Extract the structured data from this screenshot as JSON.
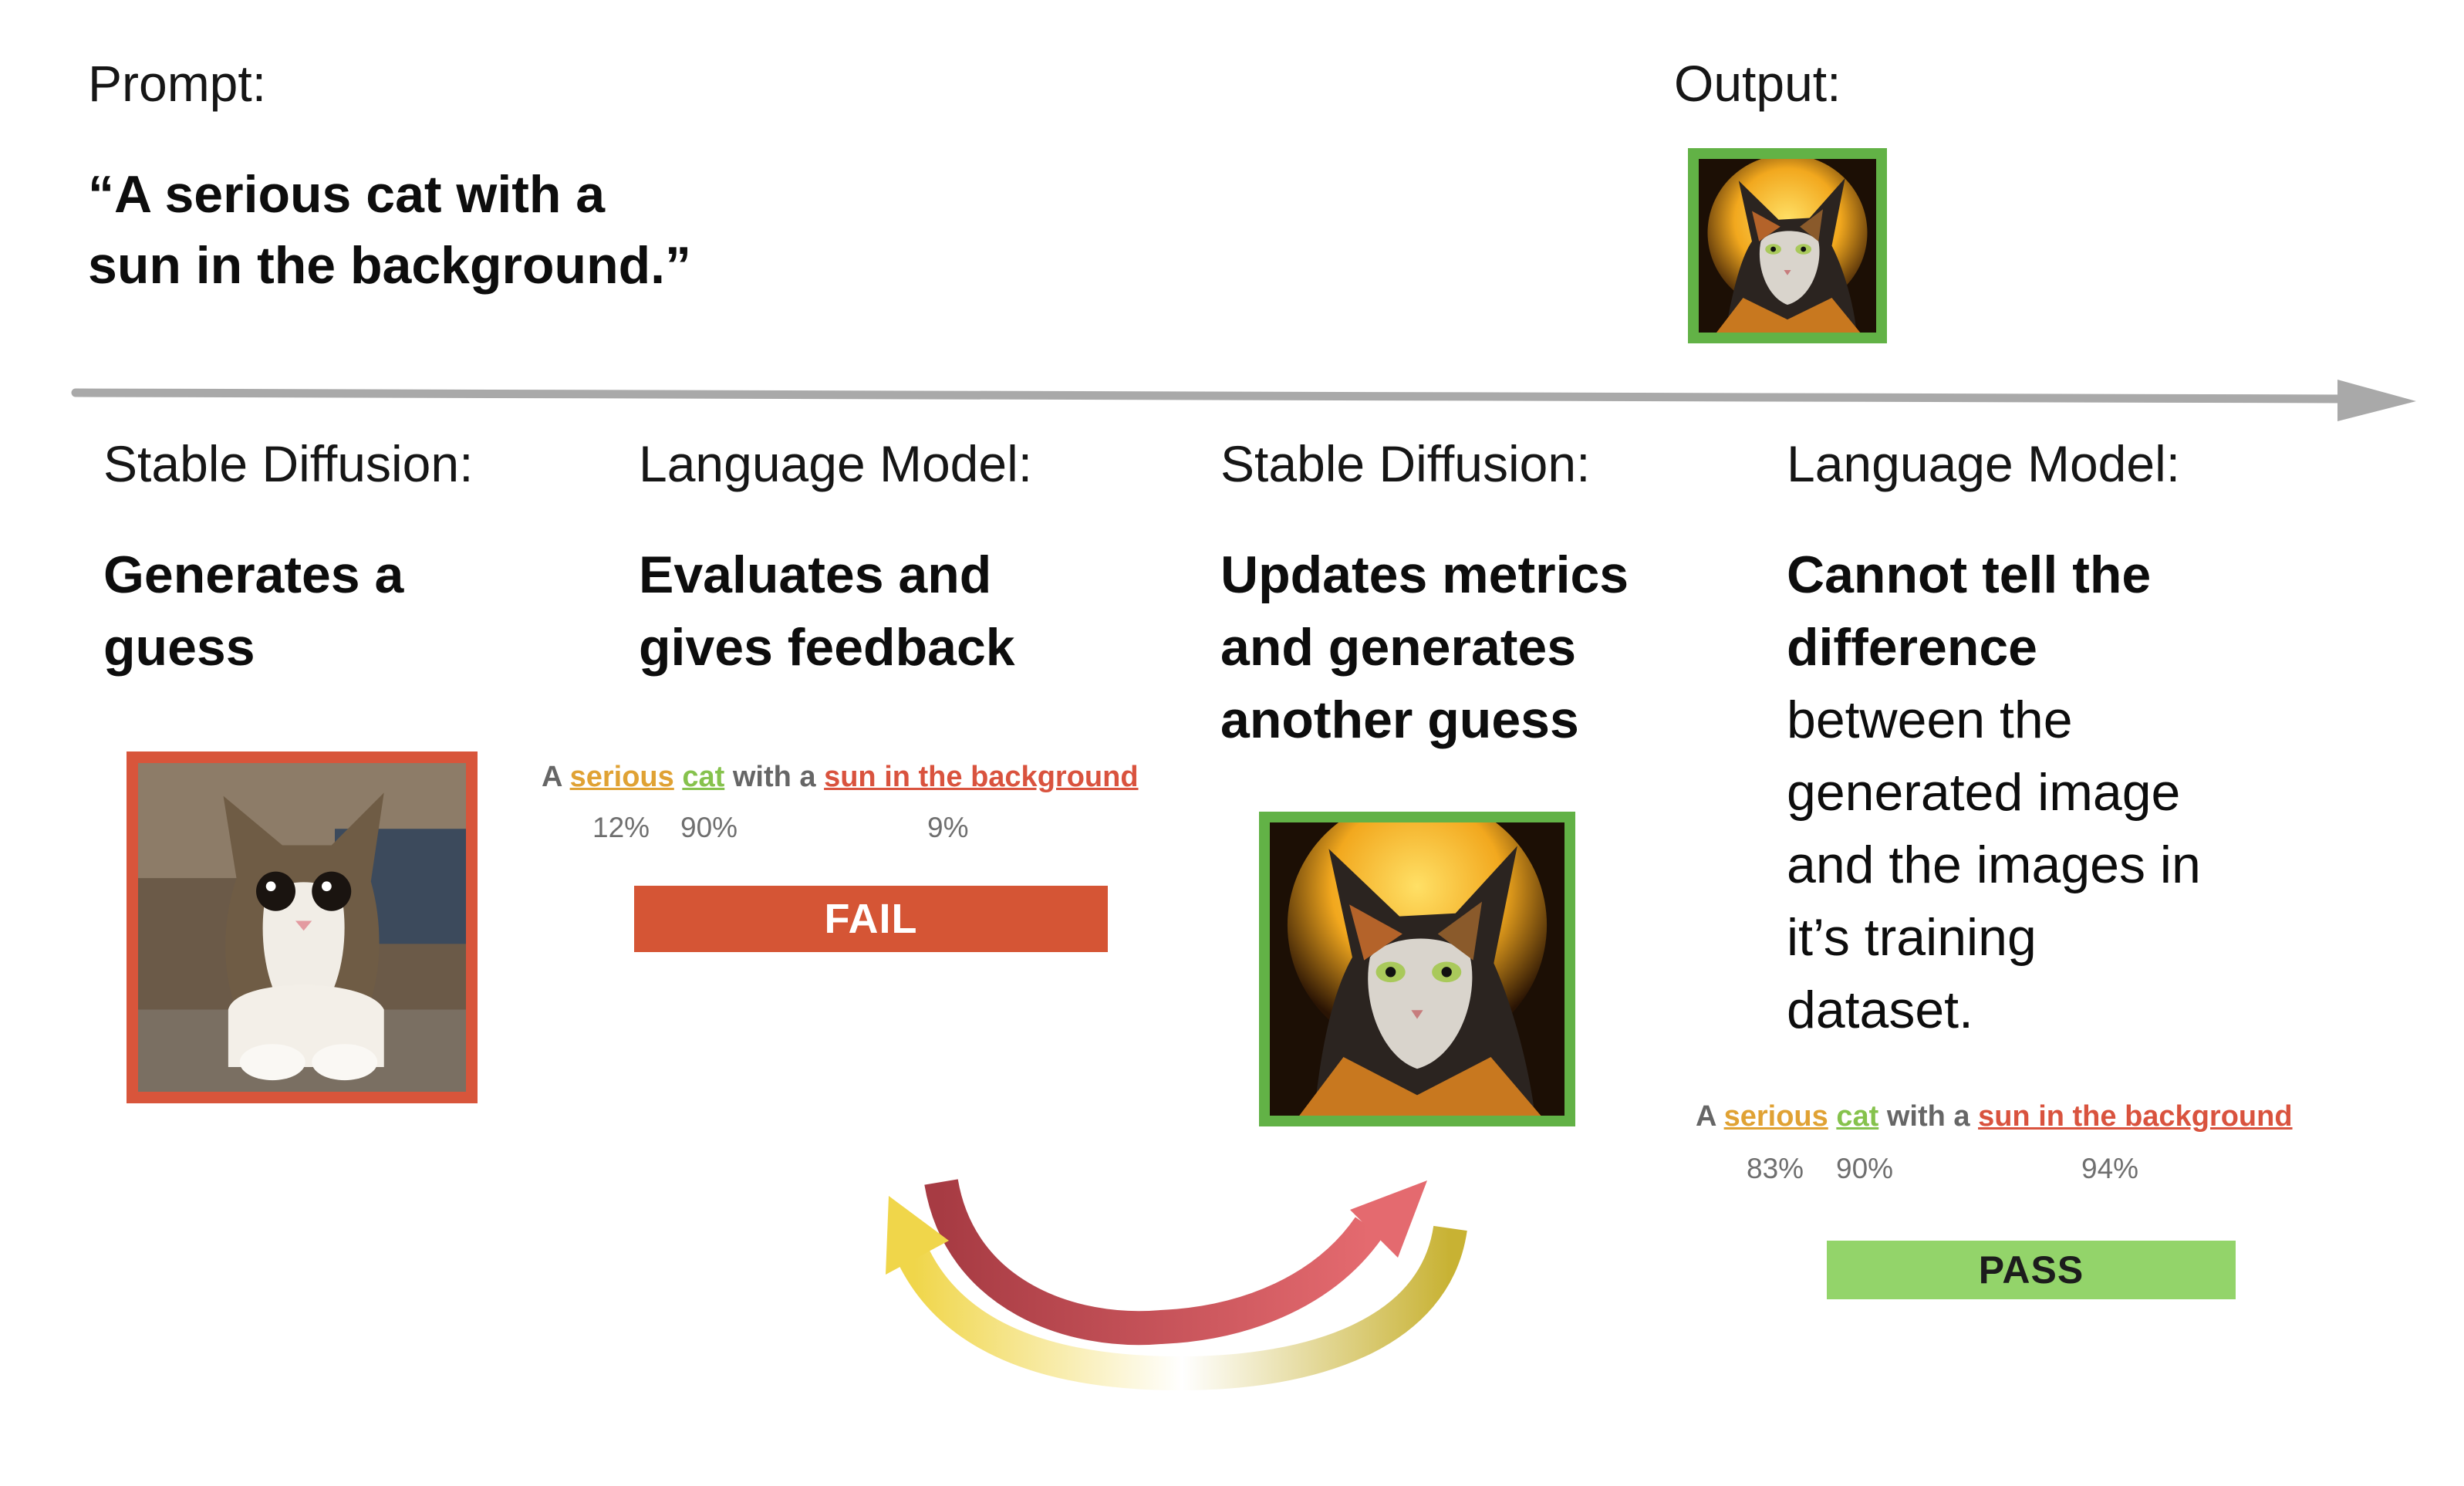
{
  "prompt": {
    "label": "Prompt:",
    "line1": "“A serious cat with a",
    "line2": "sun in the background.”"
  },
  "output": {
    "label": "Output:"
  },
  "steps": [
    {
      "model": "Stable Diffusion:",
      "action_lines": [
        "Generates a",
        "guess"
      ]
    },
    {
      "model": "Language Model:",
      "action_lines": [
        "Evaluates and",
        "gives feedback"
      ]
    },
    {
      "model": "Stable Diffusion:",
      "action_lines": [
        "Updates metrics",
        "and generates",
        "another guess"
      ]
    },
    {
      "model": "Language Model:",
      "action_lines": [
        "Cannot tell the",
        "difference"
      ],
      "detail_lines": [
        "between the",
        "generated image",
        "and the images in",
        "it’s training",
        "dataset."
      ]
    }
  ],
  "evaluation_fail": {
    "words": {
      "a": "A",
      "serious": "serious",
      "cat": "cat",
      "with_a": "with a",
      "sun": "sun in the background"
    },
    "scores": {
      "serious": "12%",
      "cat": "90%",
      "sun": "9%"
    },
    "result": "FAIL"
  },
  "evaluation_pass": {
    "words": {
      "a": "A",
      "serious": "serious",
      "cat": "cat",
      "with_a": "with a",
      "sun": "sun in the background"
    },
    "scores": {
      "serious": "83%",
      "cat": "90%",
      "sun": "94%"
    },
    "result": "PASS"
  },
  "colors": {
    "fail": "#d55535",
    "pass": "#93d46a",
    "serious_word": "#e0a234",
    "cat_word": "#86c24d",
    "sun_word": "#d9533e",
    "timeline_arrow": "#a9a9a9",
    "red_frame": "#d8553b",
    "green_frame": "#62b246"
  }
}
